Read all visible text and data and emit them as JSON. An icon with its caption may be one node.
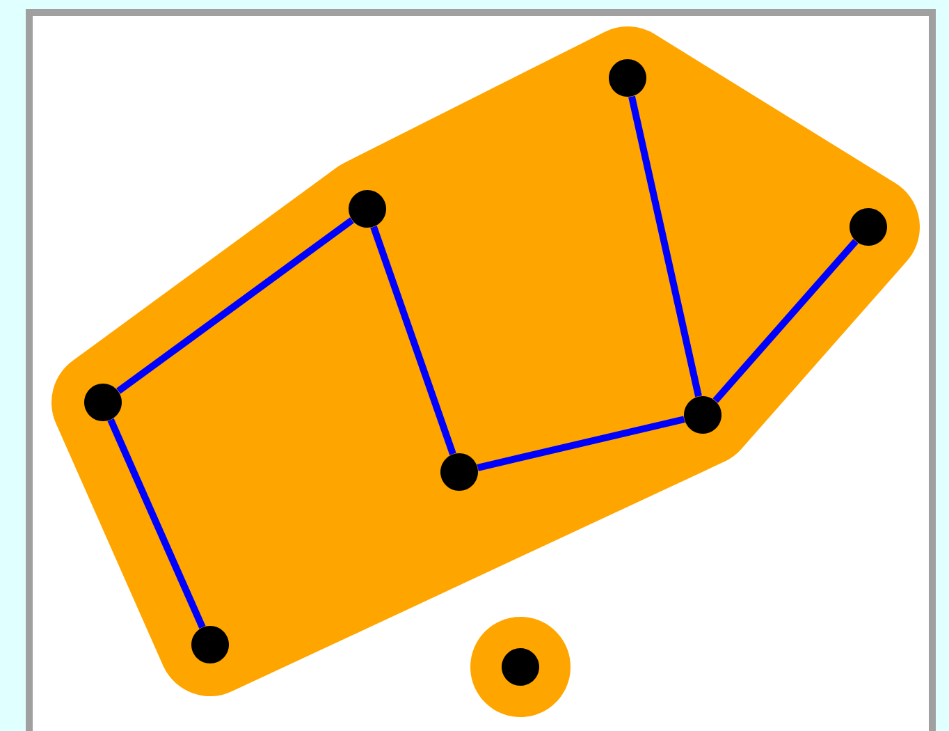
{
  "diagram": {
    "nodes": [
      {
        "text": [],
        "shape": "circle"
      },
      {
        "text": [],
        "shape": "circle"
      },
      {
        "text": [],
        "shape": "circle"
      },
      {
        "text": [],
        "shape": "circle"
      },
      {
        "text": [],
        "shape": "circle"
      },
      {
        "text": [],
        "shape": "circle"
      },
      {
        "text": [],
        "shape": "circle"
      },
      {
        "text": [],
        "shape": "circle"
      }
    ],
    "edges": [
      {
        "from": 3,
        "to": 1,
        "arrow": "none"
      },
      {
        "from": 1,
        "to": 5,
        "arrow": "none"
      },
      {
        "from": 5,
        "to": 4,
        "arrow": "none"
      },
      {
        "from": 4,
        "to": 0,
        "arrow": "none"
      },
      {
        "from": 4,
        "to": 2,
        "arrow": "none"
      },
      {
        "from": 3,
        "to": 6,
        "arrow": "none"
      }
    ]
  }
}
